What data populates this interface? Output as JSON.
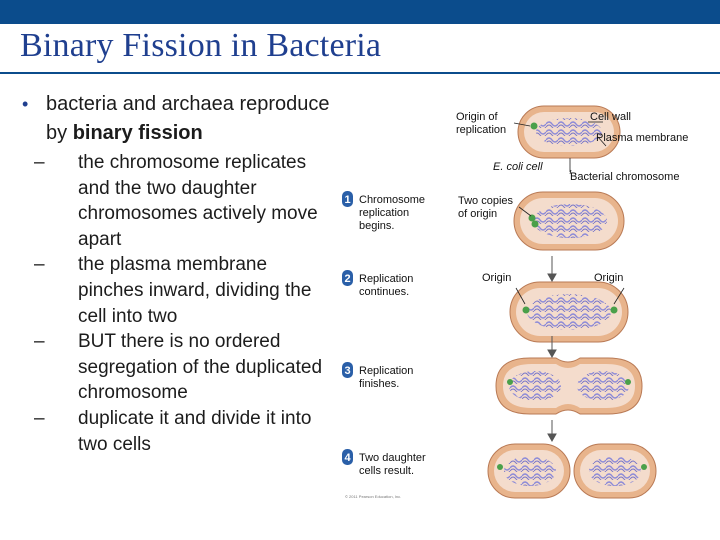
{
  "slide": {
    "title": "Binary Fission in Bacteria",
    "bullet": {
      "text_before": "bacteria and archaea reproduce by ",
      "bold_text": "binary fission"
    },
    "subbullets": [
      "the chromosome replicates and the two daughter chromosomes actively move apart",
      "the plasma membrane pinches inward, dividing the cell into two",
      "BUT there is no ordered segregation of the duplicated chromosome",
      "duplicate it and divide it into two cells"
    ]
  },
  "diagram": {
    "labels": {
      "origin_of_replication_line1": "Origin of",
      "origin_of_replication_line2": "replication",
      "cell_wall": "Cell wall",
      "plasma_membrane": "Plasma membrane",
      "ecoli_cell": "E. coli cell",
      "bacterial_chromosome": "Bacterial chromosome",
      "two_copies_line1": "Two copies",
      "two_copies_line2": "of origin",
      "origin_left": "Origin",
      "origin_right": "Origin"
    },
    "steps": [
      {
        "number": "1",
        "line1": "Chromosome",
        "line2": "replication",
        "line3": "begins."
      },
      {
        "number": "2",
        "line1": "Replication",
        "line2": "continues.",
        "line3": ""
      },
      {
        "number": "3",
        "line1": "Replication",
        "line2": "finishes.",
        "line3": ""
      },
      {
        "number": "4",
        "line1": "Two daughter",
        "line2": "cells result.",
        "line3": ""
      }
    ],
    "copyright": "© 2011 Pearson Education, Inc.",
    "colors": {
      "cell_wall": "#e8b48c",
      "cytoplasm": "#f4dccc",
      "chromosome": "#8c8ad8",
      "origin_marker": "#4aa04a",
      "step_badge": "#2a5fa8"
    }
  }
}
